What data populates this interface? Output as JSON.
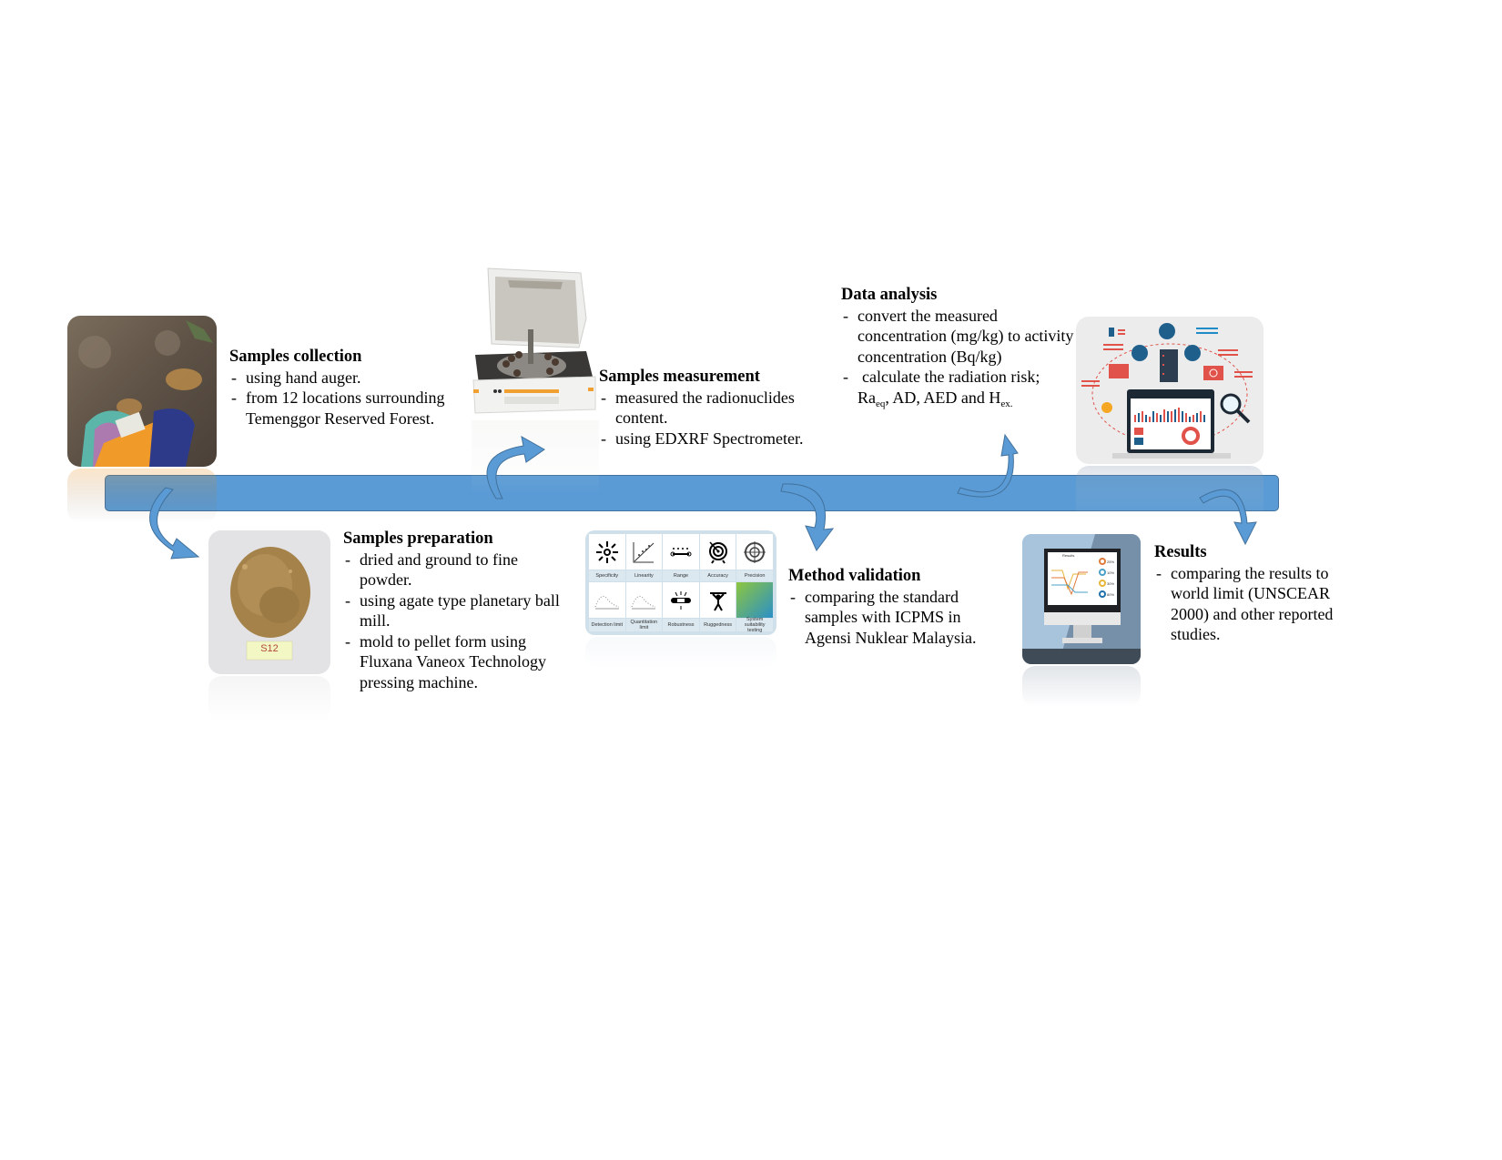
{
  "diagram": {
    "title": "Research methodology flow",
    "steps": [
      {
        "id": "collection",
        "title": "Samples collection",
        "bullets": [
          "using hand auger.",
          "from 12 locations surrounding Temenggor Reserved Forest."
        ],
        "image": "soil-sampling-photo"
      },
      {
        "id": "preparation",
        "title": "Samples preparation",
        "bullets": [
          "dried and ground to fine powder.",
          "using agate type planetary ball mill.",
          "mold to pellet form using Fluxana Vaneox Technology pressing machine."
        ],
        "image": "soil-powder-photo",
        "image_label": "S12"
      },
      {
        "id": "measurement",
        "title": "Samples measurement",
        "bullets": [
          "measured the radionuclides content.",
          "using EDXRF Spectrometer."
        ],
        "image": "edxrf-spectrometer-photo"
      },
      {
        "id": "validation",
        "title": "Method validation",
        "bullets": [
          "comparing the standard samples with ICPMS in Agensi Nuklear Malaysia."
        ],
        "image": "validation-parameters-grid",
        "grid_labels": [
          "Specificity",
          "Linearity",
          "Range",
          "Accuracy",
          "Precision",
          "Detection limit",
          "Quantitation limit",
          "Robustness",
          "Ruggedness",
          "System suitability testing"
        ]
      },
      {
        "id": "analysis",
        "title": "Data analysis",
        "bullets": [
          "convert the measured concentration (mg/kg) to activity concentration (Bq/kg)",
          "calculate the radiation risk;"
        ],
        "risk_terms": {
          "ra": "Ra",
          "ra_sub": "eq",
          "mid": ", AD, AED and H",
          "h_sub": "ex."
        },
        "image": "data-analysis-illustration"
      },
      {
        "id": "results",
        "title": "Results",
        "bullets": [
          "comparing the results to world limit (UNSCEAR 2000) and other reported studies."
        ],
        "image": "results-monitor-illustration",
        "monitor_title": "Results",
        "monitor_percents": [
          "25%",
          "10%",
          "30%",
          "80%"
        ]
      }
    ],
    "colors": {
      "timeline_fill": "#5B9BD5",
      "timeline_border": "#41719C",
      "arrow_fill": "#5B9BD5",
      "arrow_border": "#41719C"
    }
  }
}
